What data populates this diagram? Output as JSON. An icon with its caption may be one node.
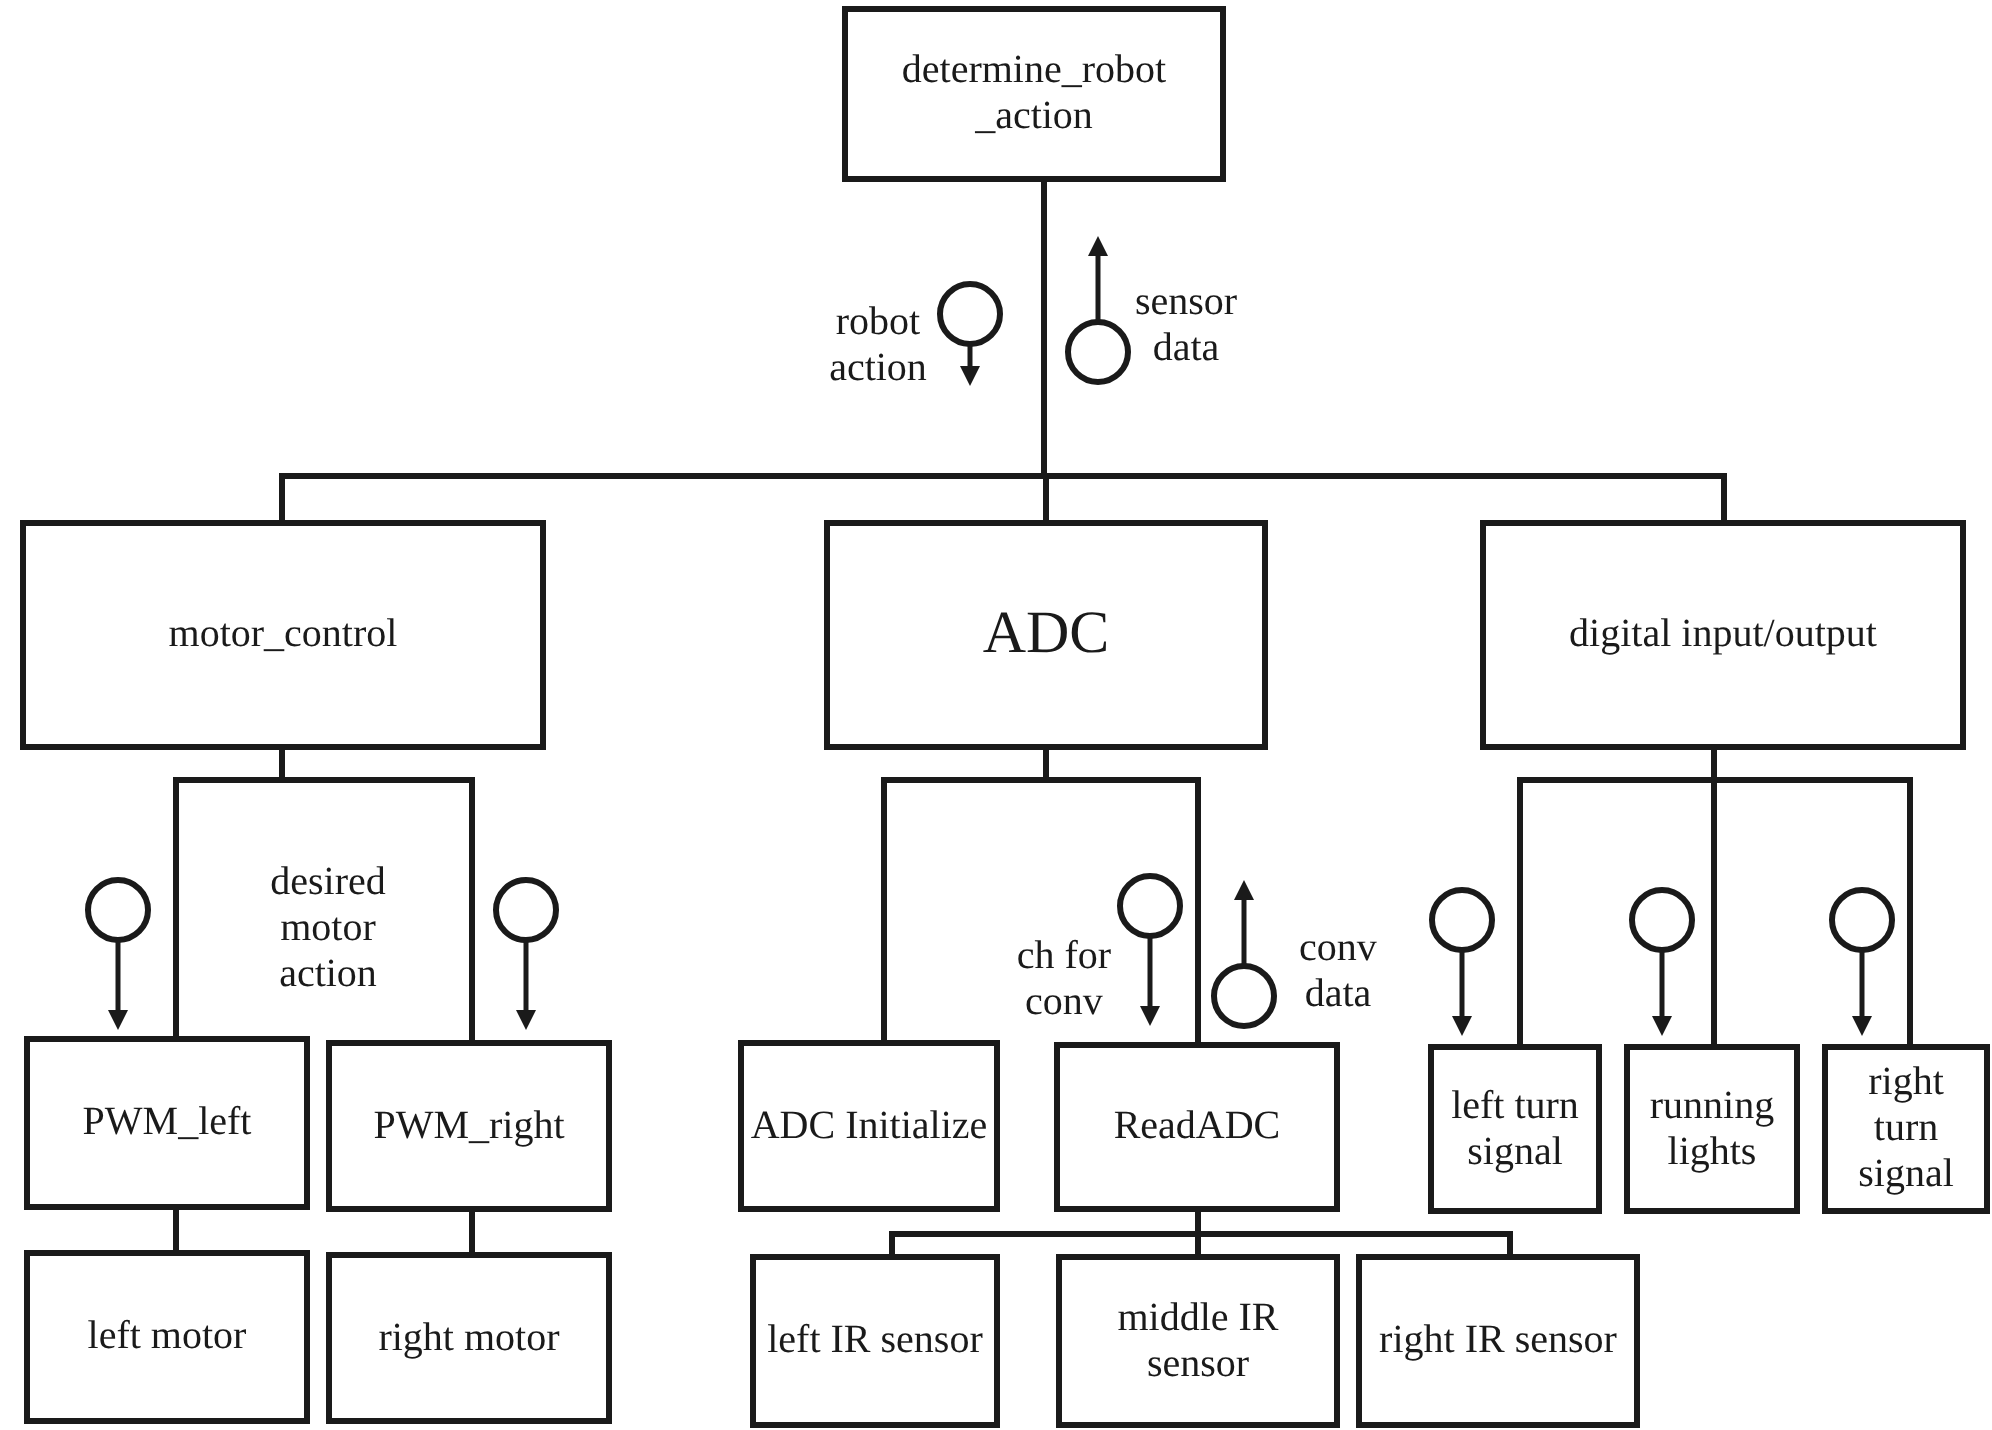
{
  "diagram": {
    "nodes": [
      {
        "text": [
          "determine_robot _action"
        ]
      },
      {
        "text": [
          "motor_control"
        ]
      },
      {
        "text": [
          "ADC"
        ]
      },
      {
        "text": [
          "digital input/output"
        ]
      },
      {
        "text": [
          "PWM_left"
        ]
      },
      {
        "text": [
          "PWM_right"
        ]
      },
      {
        "text": [
          "ADC Initialize"
        ]
      },
      {
        "text": [
          "ReadADC"
        ]
      },
      {
        "text": [
          "left turn signal"
        ]
      },
      {
        "text": [
          "running lights"
        ]
      },
      {
        "text": [
          "right turn signal"
        ]
      },
      {
        "text": [
          "left motor"
        ]
      },
      {
        "text": [
          "right motor"
        ]
      },
      {
        "text": [
          "left IR sensor"
        ]
      },
      {
        "text": [
          "middle IR sensor"
        ]
      },
      {
        "text": [
          "right IR sensor"
        ]
      }
    ],
    "edges": [
      {
        "from": 0,
        "to": 1,
        "arrow": "none"
      },
      {
        "from": 0,
        "to": 2,
        "arrow": "none"
      },
      {
        "from": 0,
        "to": 3,
        "arrow": "none"
      },
      {
        "from": 1,
        "to": 4,
        "arrow": "none"
      },
      {
        "from": 1,
        "to": 5,
        "arrow": "none"
      },
      {
        "from": 2,
        "to": 6,
        "arrow": "none"
      },
      {
        "from": 2,
        "to": 7,
        "arrow": "none"
      },
      {
        "from": 3,
        "to": 8,
        "arrow": "none"
      },
      {
        "from": 3,
        "to": 9,
        "arrow": "none"
      },
      {
        "from": 3,
        "to": 10,
        "arrow": "none"
      },
      {
        "from": 4,
        "to": 11,
        "arrow": "none"
      },
      {
        "from": 5,
        "to": 12,
        "arrow": "none"
      },
      {
        "from": 7,
        "to": 13,
        "arrow": "none"
      },
      {
        "from": 7,
        "to": 14,
        "arrow": "none"
      },
      {
        "from": 7,
        "to": 15,
        "arrow": "none"
      }
    ],
    "labels": [
      "robot action",
      "sensor data",
      "desired motor action",
      "ch for conv",
      "conv data"
    ]
  }
}
